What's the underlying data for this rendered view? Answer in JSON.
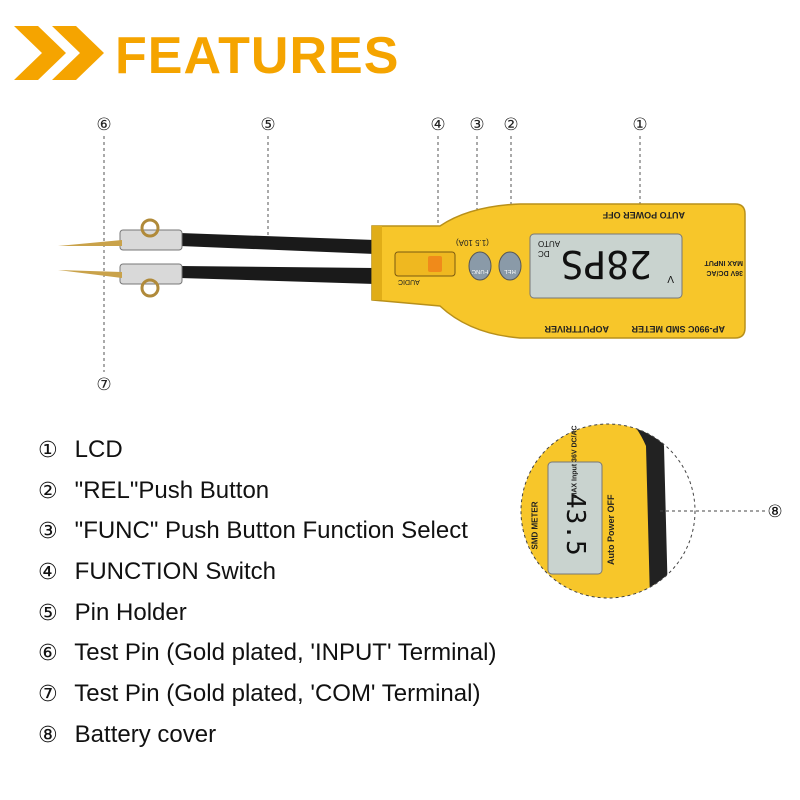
{
  "header": {
    "title": "FEATURES",
    "accent_color": "#f5a400",
    "icon": "double-chevron-right-icon"
  },
  "callouts": {
    "c1": "①",
    "c2": "②",
    "c3": "③",
    "c4": "④",
    "c5": "⑤",
    "c6": "⑥",
    "c7": "⑦",
    "c8": "⑧"
  },
  "device": {
    "body_color": "#f7c62a",
    "auto_power_off": "AUTO POWER OFF",
    "lcd_reading": "28PS",
    "lcd_unit": "V",
    "lcd_dc": "DC",
    "lcd_auto": "AUTO",
    "max_input_1": "36V DC/AC",
    "max_input_2": "MAX INPUT",
    "model": "AP-990C SMD METER",
    "brand": "AOPUTTRIVER",
    "func_button": "FUNC",
    "rel_button": "REL",
    "fuse_label": "(1.5 10A)",
    "switch_label": "AUDIC"
  },
  "zoom": {
    "lcd_reading": "43.5",
    "side_text_1": "Auto Power OFF",
    "side_text_2": "SMD METER",
    "side_text_3": "MAX Input 36V DC/AC"
  },
  "features": [
    {
      "num": "①",
      "label": "LCD"
    },
    {
      "num": "②",
      "label": "\"REL\"Push Button"
    },
    {
      "num": "③",
      "label": "\"FUNC\" Push Button Function Select"
    },
    {
      "num": "④",
      "label": "FUNCTION Switch"
    },
    {
      "num": "⑤",
      "label": "Pin Holder"
    },
    {
      "num": "⑥",
      "label": "Test Pin (Gold plated, 'INPUT' Terminal)"
    },
    {
      "num": "⑦",
      "label": "Test Pin (Gold plated, 'COM' Terminal)"
    },
    {
      "num": "⑧",
      "label": "Battery cover"
    }
  ]
}
